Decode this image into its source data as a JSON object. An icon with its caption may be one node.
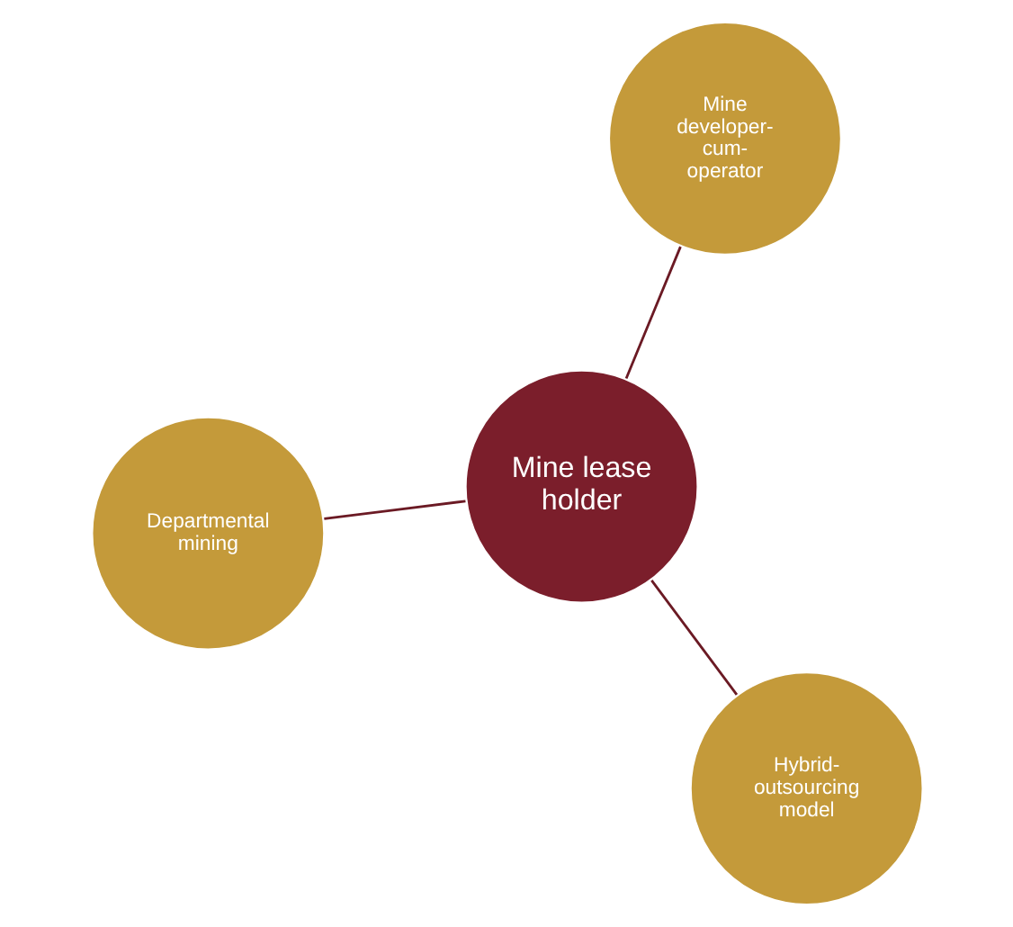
{
  "diagram": {
    "nodes": [
      {
        "text": [
          "Departmental mining"
        ]
      },
      {
        "text": [
          "Mine lease holder"
        ]
      },
      {
        "text": [
          "Hybrid-outsourcing model"
        ]
      },
      {
        "text": [
          "Mine developer-cum-operator"
        ]
      }
    ],
    "edges": [
      {
        "from": 1,
        "to": 0,
        "arrow": "none"
      },
      {
        "from": 1,
        "to": 2,
        "arrow": "none"
      },
      {
        "from": 1,
        "to": 3,
        "arrow": "none"
      }
    ]
  }
}
